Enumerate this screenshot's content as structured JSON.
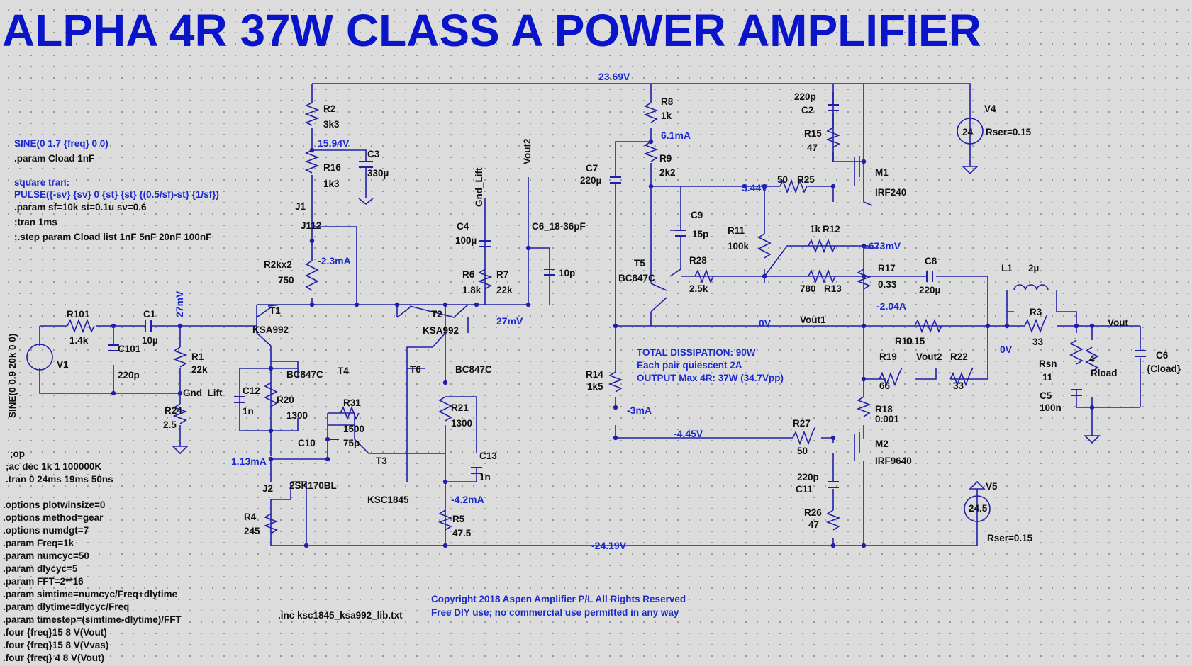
{
  "title": "ALPHA 4R 37W CLASS A POWER AMPLIFIER",
  "colors": {
    "wire": "#1f1fa8",
    "text": "#101010",
    "blue": "#1a2ad0",
    "title": "#0a14c8",
    "background": "#dcdcdc",
    "grid": "#8a8a8a"
  },
  "directives": [
    "SINE(0 1.7 {freq} 0 0)",
    ".param Cload 1nF",
    "square tran:",
    "PULSE({-sv} {sv} 0 {st} {st} {(0.5/sf)-st} {1/sf})",
    ".param sf=10k st=0.1u sv=0.6",
    ";tran 1ms",
    ";.step param Cload list 1nF 5nF 20nF 100nF",
    ";op",
    ";ac dec 1k 1 100000K",
    ".tran 0 24ms 19ms 50ns",
    ".options plotwinsize=0",
    ".options method=gear",
    ".options numdgt=7",
    ".param Freq=1k",
    ".param numcyc=50",
    ".param dlycyc=5",
    ".param FFT=2**16",
    ".param simtime=numcyc/Freq+dlytime",
    ".param dlytime=dlycyc/Freq",
    ".param timestep=(simtime-dlytime)/FFT",
    ".four {freq}15 8 V(Vout)",
    ".four {freq}15 8 V(Vvas)",
    ".four {freq} 4 8 V(Vout)",
    ".inc ksc1845_ksa992_lib.txt",
    "SINE(0 0.9 20k 0 0)"
  ],
  "nodes": [
    "23.69V",
    "15.94V",
    "6.1mA",
    "5.44V",
    "673mV",
    "27mV",
    "27mV",
    "-2.3mA",
    "0V",
    "0V",
    "-2.04A",
    "-3mA",
    "-4.45V",
    "1.13mA",
    "-4.2mA",
    "-24.19V"
  ],
  "labels": [
    "R2",
    "3k3",
    "R16",
    "1k3",
    "C3",
    "330µ",
    "J1",
    "J112",
    "R2kx2",
    "750",
    "R101",
    "1.4k",
    "C1",
    "10µ",
    "C101",
    "220p",
    "V1",
    "R1",
    "22k",
    "R24",
    "2.5",
    "Gnd_Lift",
    "T1",
    "KSA992",
    "BC847C",
    "T4",
    "C12",
    "1n",
    "R20",
    "1300",
    "R31",
    "1500",
    "C10",
    "75p",
    "T3",
    "KSC1845",
    "J2",
    "2SK170BL",
    "R4",
    "245",
    "T2",
    "KSA992",
    "T6",
    "BC847C",
    "R21",
    "1300",
    "C13",
    "1n",
    "R5",
    "47.5",
    "Gnd_Lift",
    "Vout2",
    "C4",
    "100µ",
    "C6_18-36pF",
    "R6",
    "1.8k",
    "R7",
    "22k",
    "10p",
    "R8",
    "1k",
    "R9",
    "2k2",
    "C7",
    "220µ",
    "C9",
    "15p",
    "T5",
    "BC847C",
    "R28",
    "2.5k",
    "R11",
    "100k",
    "1k",
    "R12",
    "780",
    "R13",
    "R14",
    "1k5",
    "220p",
    "C2",
    "R15",
    "47",
    "M1",
    "IRF240",
    "50",
    "R25",
    "R17",
    "0.33",
    "C8",
    "220µ",
    "Vout1",
    "R10",
    "0.15",
    "R19",
    "66",
    "Vout2",
    "R22",
    "33",
    "R18",
    "0.001",
    "R27",
    "50",
    "M2",
    "IRF9640",
    "220p",
    "C11",
    "R26",
    "47",
    "V4",
    "24",
    "Rser=0.15",
    "V5",
    "24.5",
    "Rser=0.15",
    "L1",
    "2µ",
    "R3",
    "33",
    "Vout",
    "Rsn",
    "11",
    "C5",
    "100n",
    "4",
    "Rload",
    "C6",
    "{Cload}"
  ],
  "notes": [
    "TOTAL DISSIPATION:  90W",
    "Each pair quiescent 2A",
    "OUTPUT Max 4R:  37W (34.7Vpp)"
  ],
  "copyright": [
    "Copyright 2018 Aspen Amplifier P/L All Rights Reserved",
    "Free DIY use;  no commercial use permitted in any way"
  ]
}
